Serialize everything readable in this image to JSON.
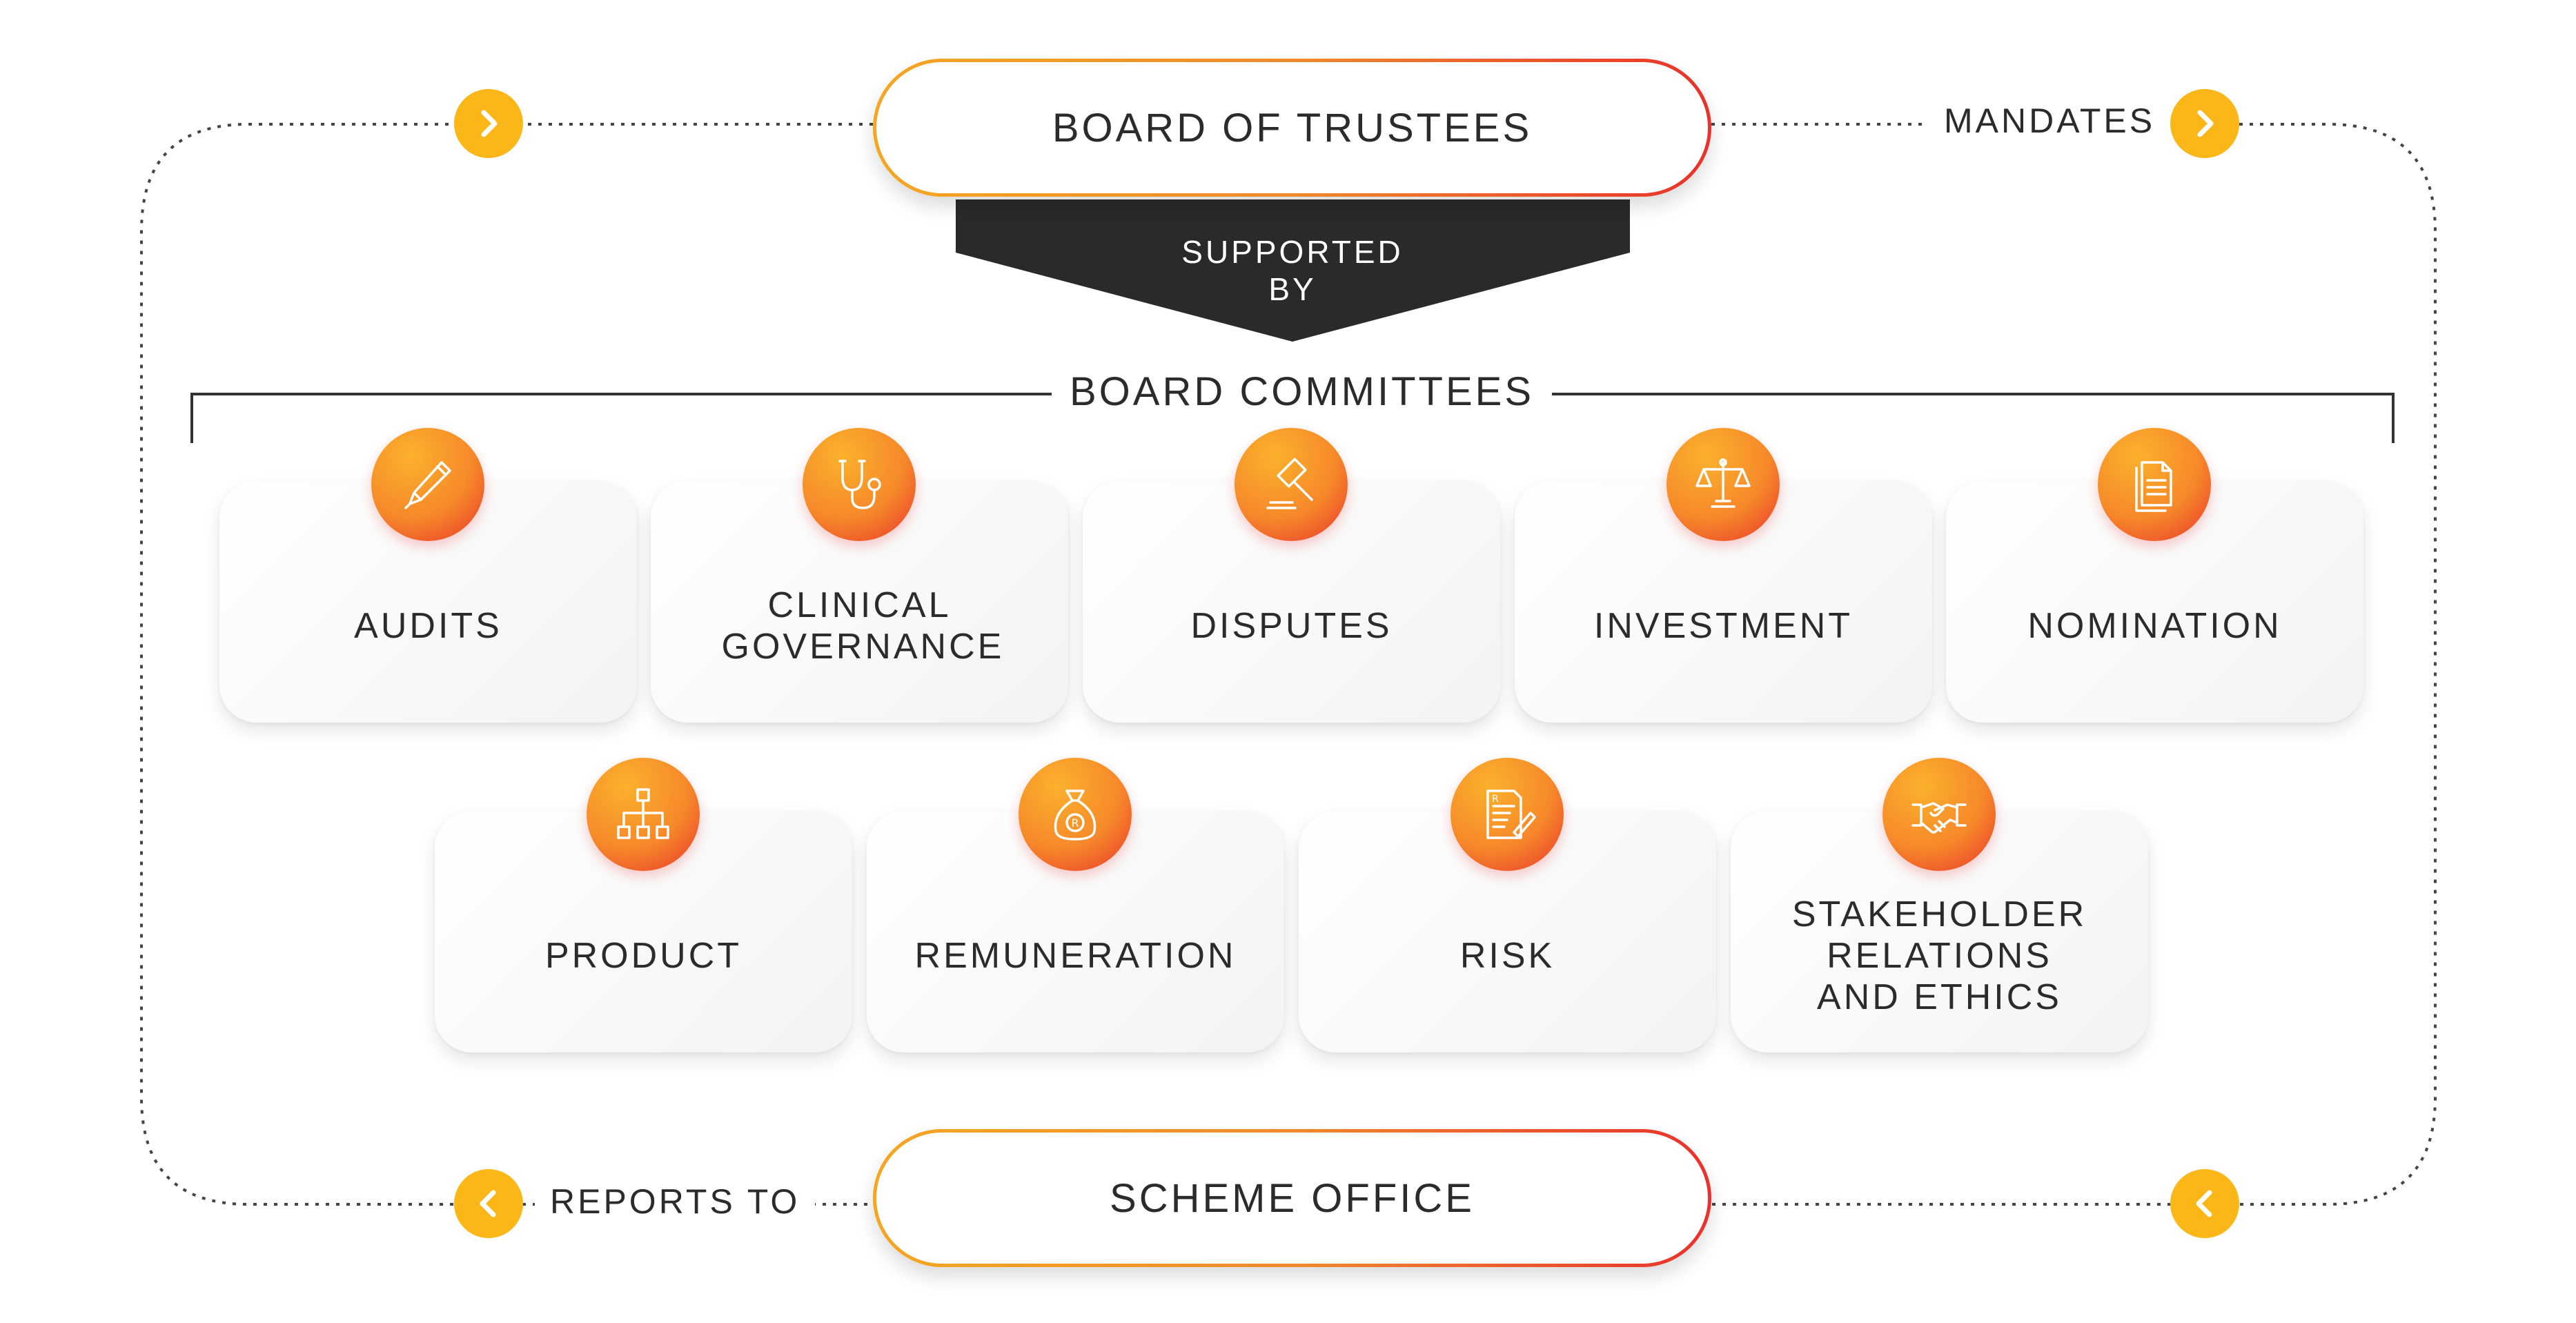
{
  "top_node": {
    "label": "BOARD OF TRUSTEES"
  },
  "bottom_node": {
    "label": "SCHEME OFFICE"
  },
  "banner": {
    "label": "SUPPORTED BY"
  },
  "committees_heading": "BOARD COMMITTEES",
  "edge_labels": {
    "mandates": "MANDATES",
    "reports_to": "REPORTS TO"
  },
  "arrows": {
    "top_left": "chevron-right-icon",
    "top_right": "chevron-right-icon",
    "bottom_left": "chevron-left-icon",
    "bottom_right": "chevron-left-icon"
  },
  "committees": [
    {
      "label": "AUDITS",
      "icon": "pen-icon"
    },
    {
      "label": "CLINICAL GOVERNANCE",
      "icon": "stethoscope-icon"
    },
    {
      "label": "DISPUTES",
      "icon": "gavel-icon"
    },
    {
      "label": "INVESTMENT",
      "icon": "scales-icon"
    },
    {
      "label": "NOMINATION",
      "icon": "documents-icon"
    },
    {
      "label": "PRODUCT",
      "icon": "hierarchy-icon"
    },
    {
      "label": "REMUNERATION",
      "icon": "money-bag-icon"
    },
    {
      "label": "RISK",
      "icon": "document-sign-icon"
    },
    {
      "label": "STAKEHOLDER RELATIONS AND ETHICS",
      "icon": "handshake-icon"
    }
  ],
  "colors": {
    "accent_orange": "#f6892a",
    "accent_yellow": "#fbb617",
    "accent_red": "#e8312b",
    "banner_dark": "#2a2a2c",
    "text": "#2b2b2b"
  }
}
